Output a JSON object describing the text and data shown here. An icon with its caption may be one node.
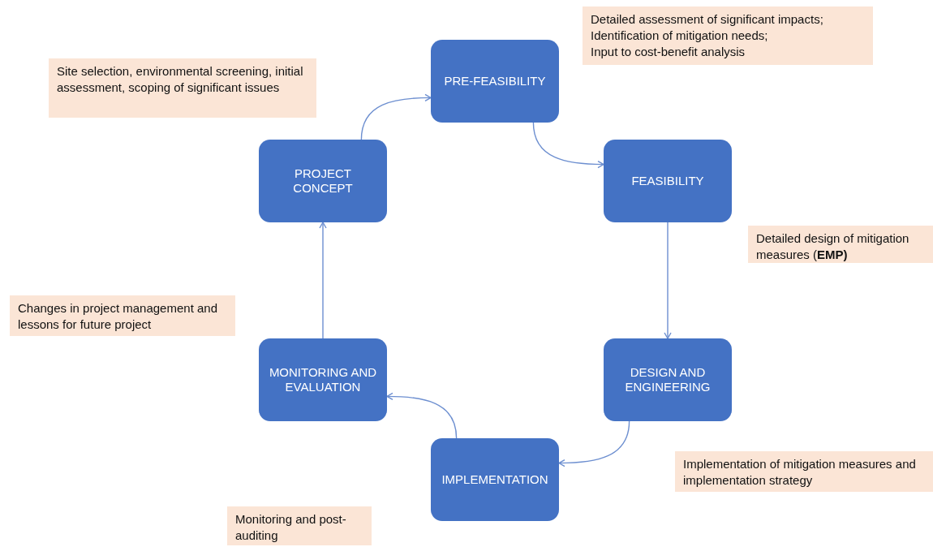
{
  "diagram": {
    "nodes": [
      {
        "text": [
          "PROJECT CONCEPT"
        ]
      },
      {
        "text": [
          "PRE-FEASIBILITY"
        ]
      },
      {
        "text": [
          "FEASIBILITY"
        ]
      },
      {
        "text": [
          "DESIGN AND ENGINEERING"
        ]
      },
      {
        "text": [
          "IMPLEMENTATION"
        ]
      },
      {
        "text": [
          "MONITORING AND EVALUATION"
        ]
      },
      {
        "text": [
          "Site selection, environmental screening, initial assessment, scoping of significant issues"
        ]
      },
      {
        "text": [
          "Detailed assessment of significant impacts;",
          "Identification of mitigation needs;",
          "Input to cost-benefit analysis"
        ]
      },
      {
        "text": [
          "Detailed design of mitigation measures (**EMP)**"
        ]
      },
      {
        "text": [
          "Changes in project management and lessons for future project"
        ]
      },
      {
        "text": [
          "Implementation of mitigation measures and implementation strategy"
        ]
      },
      {
        "text": [
          "Monitoring and post-auditing"
        ]
      }
    ],
    "edges": [
      {
        "from": 0,
        "to": 1,
        "arrow": "to"
      },
      {
        "from": 1,
        "to": 2,
        "arrow": "to"
      },
      {
        "from": 2,
        "to": 3,
        "arrow": "to"
      },
      {
        "from": 3,
        "to": 4,
        "arrow": "to"
      },
      {
        "from": 4,
        "to": 5,
        "arrow": "to"
      },
      {
        "from": 5,
        "to": 0,
        "arrow": "to"
      }
    ]
  }
}
